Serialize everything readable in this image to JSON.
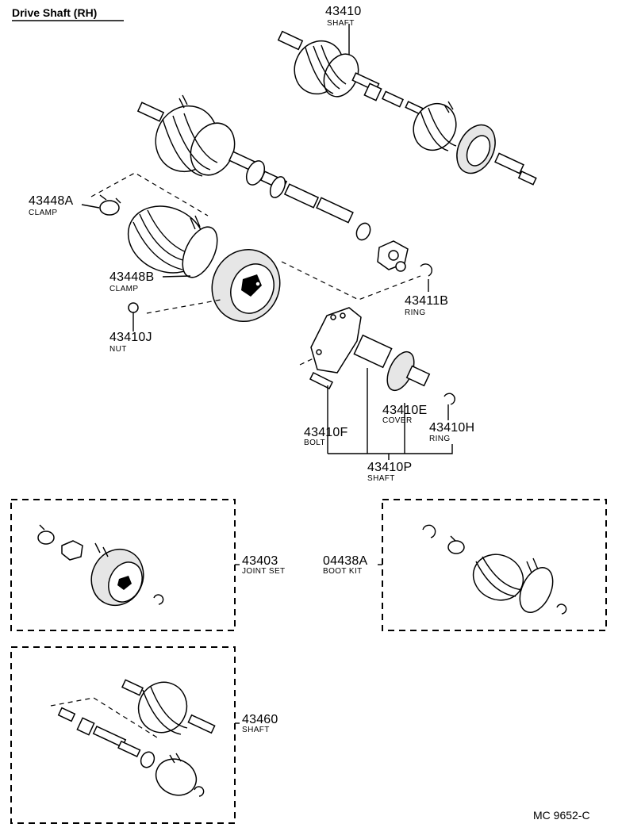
{
  "diagram": {
    "title": "Drive Shaft (RH)",
    "code": "MC 9652-C",
    "parts": [
      {
        "number": "43410",
        "name": "SHAFT"
      },
      {
        "number": "43448A",
        "name": "CLAMP"
      },
      {
        "number": "43448B",
        "name": "CLAMP"
      },
      {
        "number": "43410J",
        "name": "NUT"
      },
      {
        "number": "43411B",
        "name": "RING"
      },
      {
        "number": "43410E",
        "name": "COVER"
      },
      {
        "number": "43410F",
        "name": "BOLT"
      },
      {
        "number": "43410H",
        "name": "RING"
      },
      {
        "number": "43410P",
        "name": "SHAFT"
      },
      {
        "number": "43403",
        "name": "JOINT SET"
      },
      {
        "number": "04438A",
        "name": "BOOT KIT"
      },
      {
        "number": "43460",
        "name": "SHAFT"
      }
    ]
  }
}
